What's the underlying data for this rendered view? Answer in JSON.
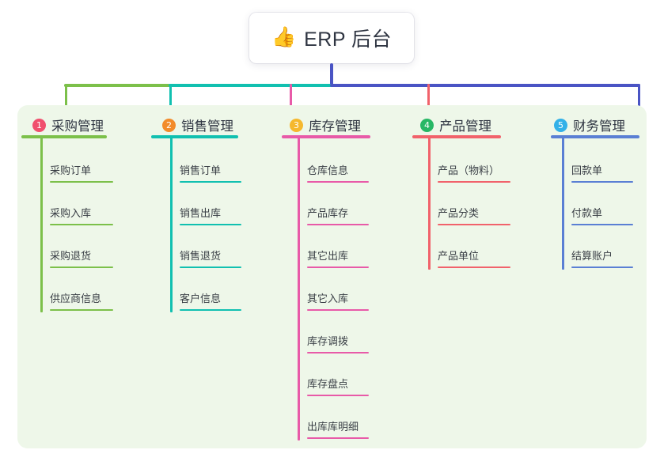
{
  "root": {
    "icon": "thumbs-up-icon",
    "icon_glyph": "👍",
    "title": "ERP 后台",
    "stem_color": "#4a54c4"
  },
  "palette": {
    "panel_bg": "#eef7e9",
    "page_bg": "#ffffff",
    "text": "#2f3542",
    "connector_left": "#7cc04a",
    "connector_mid": "#11c0b0",
    "connector_right": "#4a54c4"
  },
  "columns": [
    {
      "number": "1",
      "title": "采购管理",
      "badge_color": "#f0506e",
      "line_color": "#7cc04a",
      "drop_color": "#7cc04a",
      "items": [
        "采购订单",
        "采购入库",
        "采购退货",
        "供应商信息"
      ]
    },
    {
      "number": "2",
      "title": "销售管理",
      "badge_color": "#f28b2b",
      "line_color": "#11c0b0",
      "drop_color": "#11c0b0",
      "items": [
        "销售订单",
        "销售出库",
        "销售退货",
        "客户信息"
      ]
    },
    {
      "number": "3",
      "title": "库存管理",
      "badge_color": "#f5b82e",
      "line_color": "#e85aa8",
      "drop_color": "#e85aa8",
      "items": [
        "仓库信息",
        "产品库存",
        "其它出库",
        "其它入库",
        "库存调拨",
        "库存盘点",
        "出库库明细"
      ]
    },
    {
      "number": "4",
      "title": "产品管理",
      "badge_color": "#27b765",
      "line_color": "#f1626b",
      "drop_color": "#f1626b",
      "items": [
        "产品（物料）",
        "产品分类",
        "产品单位"
      ]
    },
    {
      "number": "5",
      "title": "财务管理",
      "badge_color": "#33b1e8",
      "line_color": "#5a7fd4",
      "drop_color": "#4a54c4",
      "items": [
        "回款单",
        "付款单",
        "结算账户"
      ]
    }
  ]
}
